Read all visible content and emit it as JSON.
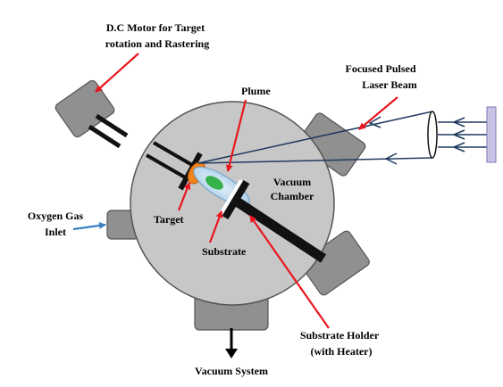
{
  "labels": {
    "motor_line1": "D.C Motor for Target",
    "motor_line2": "rotation and Rastering",
    "laser_line1": "Focused Pulsed",
    "laser_line2": "Laser Beam",
    "plume": "Plume",
    "chamber_line1": "Vacuum",
    "chamber_line2": "Chamber",
    "oxygen_line1": "Oxygen Gas",
    "oxygen_line2": "Inlet",
    "target": "Target",
    "substrate": "Substrate",
    "holder_line1": "Substrate Holder",
    "holder_line2": "(with Heater)",
    "vacuum_system": "Vacuum System"
  },
  "colors": {
    "chamber_fill": "#c7c7c7",
    "port_fill": "#909090",
    "pointer_red": "#e8161d",
    "pointer_blue": "#3b7fc1",
    "beam_navy": "#1f3a5f",
    "target_orange": "#f0841e",
    "plume_blue": "#a9cde8",
    "plume_green": "#35b24a",
    "laser_source": "#c9c3e6"
  }
}
